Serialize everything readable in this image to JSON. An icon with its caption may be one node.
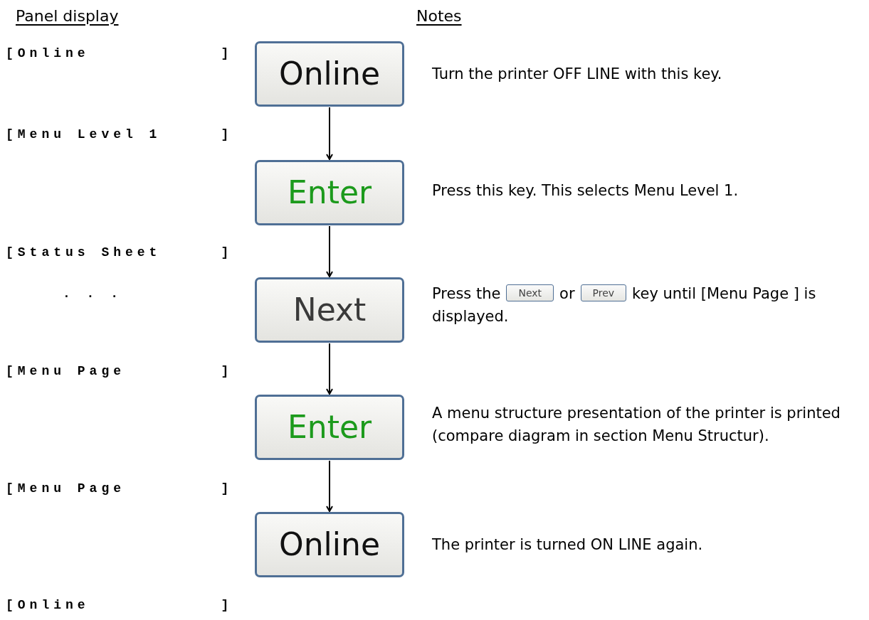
{
  "diagram": {
    "nodes": [
      {
        "text": [
          "Online"
        ],
        "beside": [
          "Turn the printer OFF LINE with this key."
        ]
      },
      {
        "text": [
          "Enter"
        ],
        "beside": [
          "Press this key. This selects Menu Level 1."
        ]
      },
      {
        "text": [
          "Next"
        ],
        "beside": [
          "Press the",
          "or",
          "key until [Menu Page ] is displayed."
        ]
      },
      {
        "text": [
          "Enter"
        ],
        "beside": [
          "A menu structure presentation of the printer is printed (compare diagram in section Menu Structur)."
        ]
      },
      {
        "text": [
          "Online"
        ],
        "beside": [
          "The printer is turned ON LINE again."
        ]
      },
      {
        "text": [
          "Next"
        ]
      },
      {
        "text": [
          "Prev"
        ]
      }
    ],
    "edges": [
      {
        "from": 0,
        "to": 1,
        "arrow": "to"
      },
      {
        "from": 1,
        "to": 2,
        "arrow": "to"
      },
      {
        "from": 2,
        "to": 3,
        "arrow": "to"
      },
      {
        "from": 3,
        "to": 4,
        "arrow": "to"
      }
    ],
    "labels": [
      "Panel display",
      "Notes",
      "[Online           ]",
      "[Menu Level 1     ]",
      "[Status Sheet     ]",
      ". . .",
      "[Menu Page        ]",
      "[Menu Page        ]",
      "[Online           ]"
    ]
  }
}
